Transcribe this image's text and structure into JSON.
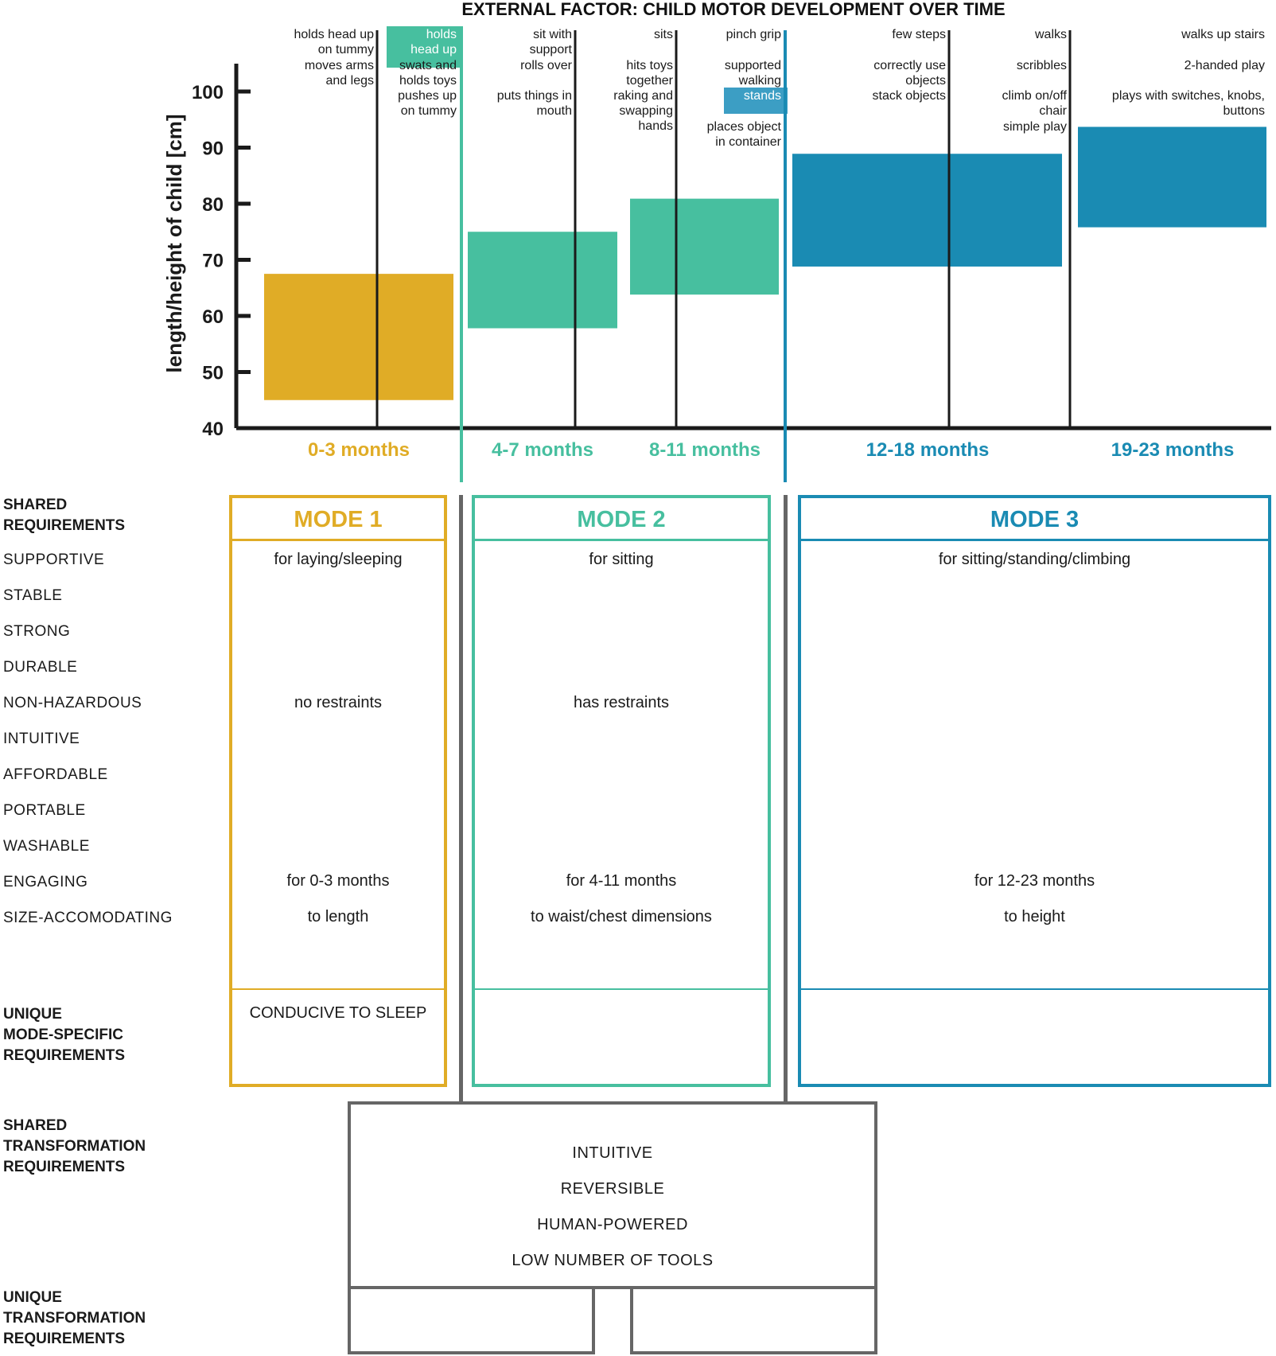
{
  "chart_data": {
    "type": "bar",
    "title": "EXTERNAL FACTOR: CHILD MOTOR DEVELOPMENT OVER TIME",
    "ylabel": "length/height of child [cm]",
    "ylim": [
      40,
      105
    ],
    "yticks": [
      40,
      50,
      60,
      70,
      80,
      90,
      100
    ],
    "periods": [
      {
        "label": "0-3 months",
        "low": 45,
        "high": 67.5,
        "color": "#E0AC26"
      },
      {
        "label": "4-7 months",
        "low": 57.8,
        "high": 75,
        "color": "#47BF9F"
      },
      {
        "label": "8-11 months",
        "low": 63.8,
        "high": 80.9,
        "color": "#47BF9F"
      },
      {
        "label": "12-18 months",
        "low": 68.8,
        "high": 88.9,
        "color": "#1A8BB3"
      },
      {
        "label": "19-23 months",
        "low": 75.8,
        "high": 93.7,
        "color": "#1A8BB3"
      }
    ],
    "milestones": [
      {
        "items": [
          "holds head up\non tummy",
          "moves arms\nand legs"
        ]
      },
      {
        "items": [
          "holds\nhead up",
          "swats and\nholds toys",
          "pushes up\non tummy"
        ],
        "highlight": "holds\nhead up",
        "highlight_color": "#47BF9F"
      },
      {
        "items": [
          "sit with\nsupport",
          "rolls over",
          "puts things in\nmouth"
        ]
      },
      {
        "items": [
          "sits",
          "hits toys\ntogether",
          "raking and\nswapping\nhands"
        ]
      },
      {
        "items": [
          "pinch grip",
          "supported\nwalking",
          "stands",
          "places object\nin container"
        ],
        "highlight": "stands",
        "highlight_color": "#3C9EC4"
      },
      {
        "items": [
          "few steps",
          "correctly use\nobjects",
          "stack objects"
        ]
      },
      {
        "items": [
          "walks",
          "scribbles",
          "climb on/off\nchair",
          "simple play"
        ]
      },
      {
        "items": [
          "walks up stairs",
          "2-handed play",
          "plays with switches, knobs,\nbuttons"
        ]
      }
    ]
  },
  "colors": {
    "mode1": "#E0AC26",
    "mode2": "#47BF9F",
    "mode3": "#1A8BB3",
    "connector": "#666666"
  },
  "shared_requirements_label": "SHARED\nREQUIREMENTS",
  "requirements": [
    "SUPPORTIVE",
    "STABLE",
    "STRONG",
    "DURABLE",
    "NON-HAZARDOUS",
    "INTUITIVE",
    "AFFORDABLE",
    "PORTABLE",
    "WASHABLE",
    "ENGAGING",
    "SIZE-ACCOMODATING"
  ],
  "unique_mode_label": "UNIQUE\nMODE-SPECIFIC\nREQUIREMENTS",
  "modes": [
    {
      "title": "MODE 1",
      "supportive": "for laying/sleeping",
      "non_hazardous": "no restraints",
      "engaging": "for 0-3 months",
      "size": "to length",
      "unique": "CONDUCIVE TO SLEEP"
    },
    {
      "title": "MODE 2",
      "supportive": "for sitting",
      "non_hazardous": "has restraints",
      "engaging": "for 4-11 months",
      "size": "to waist/chest dimensions",
      "unique": ""
    },
    {
      "title": "MODE 3",
      "supportive": "for sitting/standing/climbing",
      "non_hazardous": "",
      "engaging": "for 12-23 months",
      "size": "to height",
      "unique": ""
    }
  ],
  "shared_transformation_label": "SHARED\nTRANSFORMATION\nREQUIREMENTS",
  "transformation_requirements": [
    "INTUITIVE",
    "REVERSIBLE",
    "HUMAN-POWERED",
    "LOW NUMBER OF TOOLS"
  ],
  "unique_transformation_label": "UNIQUE\nTRANSFORMATION\nREQUIREMENTS"
}
